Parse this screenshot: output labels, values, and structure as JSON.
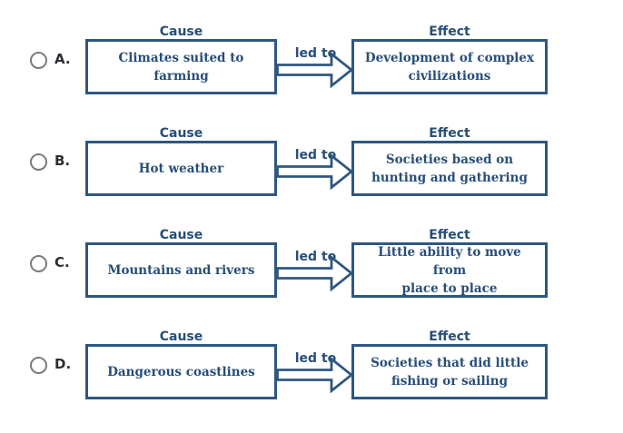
{
  "labels": {
    "cause": "Cause",
    "effect": "Effect",
    "led_to": "led to"
  },
  "colors": {
    "navy_border": "#2e5781",
    "navy_text": "#274e79",
    "radio_gray": "#7b7b7b",
    "letter_dark": "#2b2e33",
    "background": "#ffffff"
  },
  "options": [
    {
      "letter": "A.",
      "selected": false,
      "cause": "Climates suited to farming",
      "effect": "Development of complex\ncivilizations"
    },
    {
      "letter": "B.",
      "selected": false,
      "cause": "Hot weather",
      "effect": "Societies based on\nhunting and gathering"
    },
    {
      "letter": "C.",
      "selected": false,
      "cause": "Mountains and rivers",
      "effect": "Little ability to move from\nplace to place"
    },
    {
      "letter": "D.",
      "selected": false,
      "cause": "Dangerous coastlines",
      "effect": "Societies that did little\nfishing or sailing"
    }
  ]
}
